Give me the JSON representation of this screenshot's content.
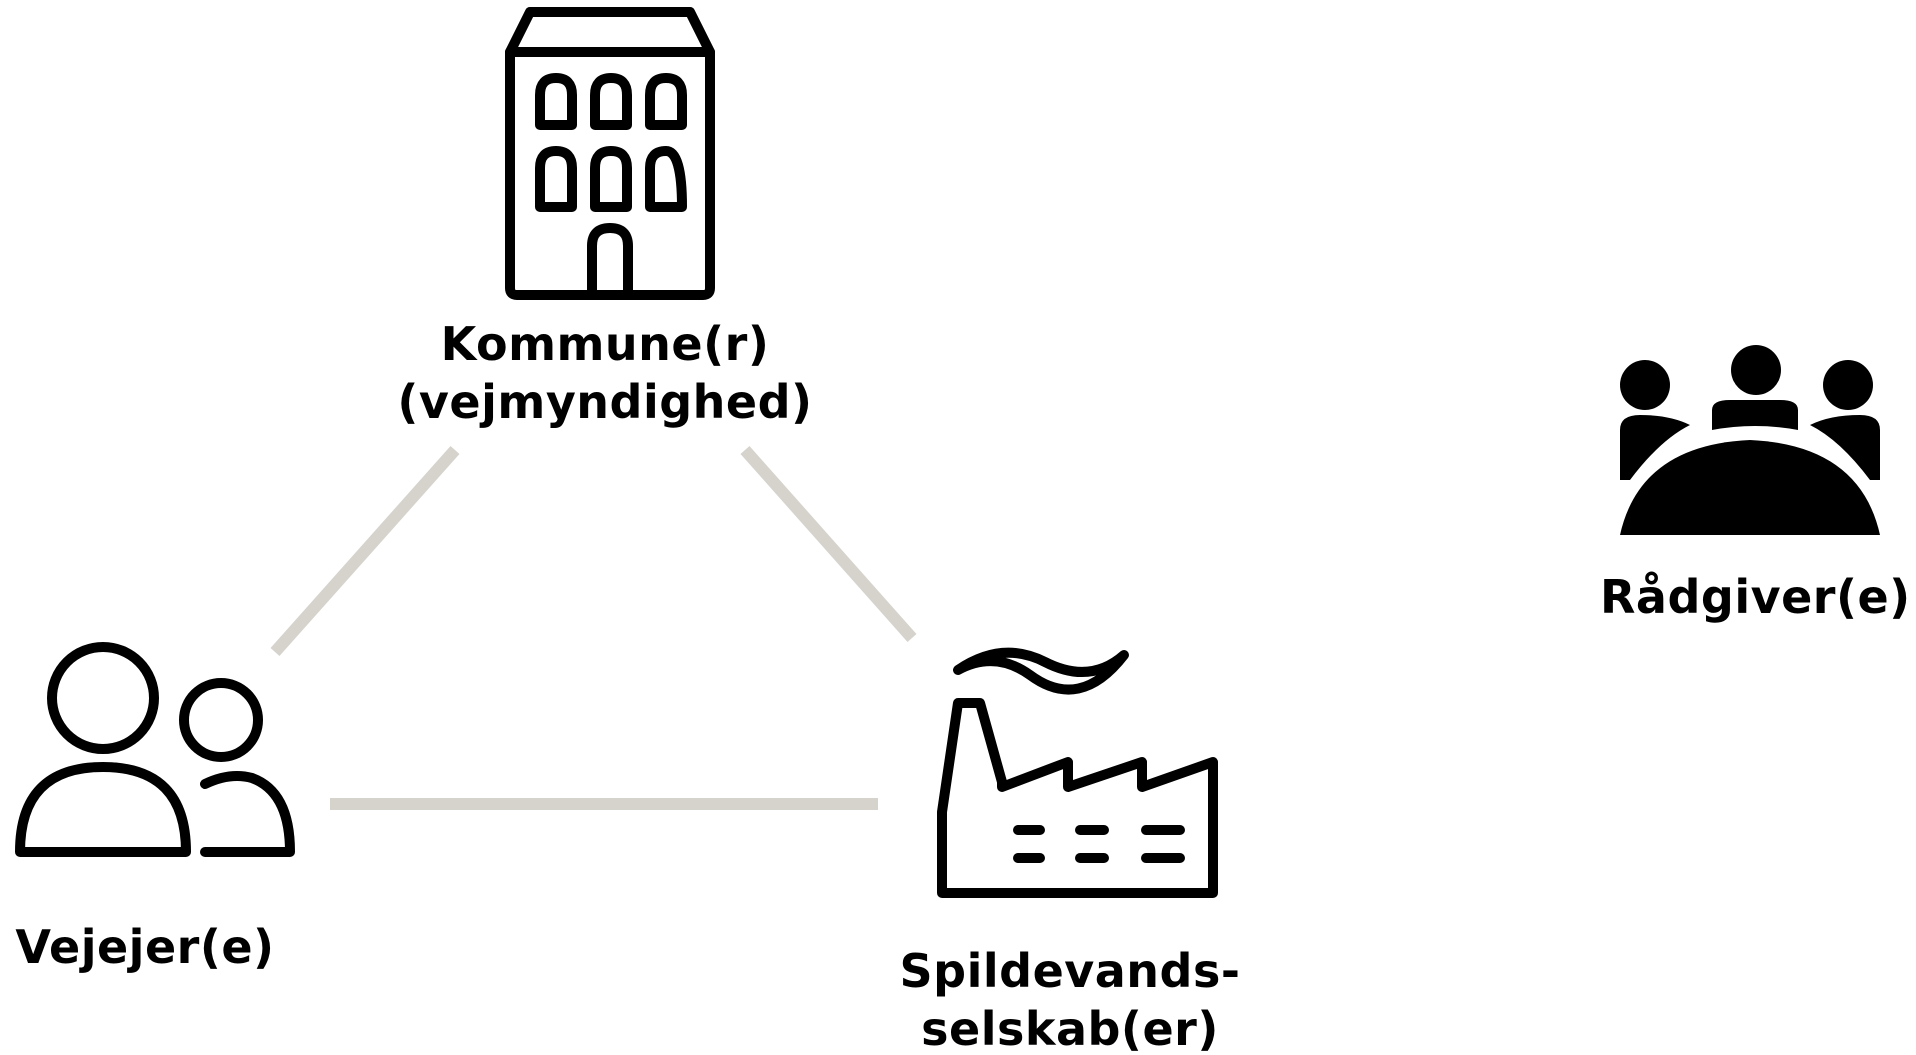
{
  "colors": {
    "connector": "#d6d3cd",
    "icon": "#000000",
    "background": "#ffffff"
  },
  "nodes": {
    "kommune": {
      "icon": "building-icon",
      "line1": "Kommune(r)",
      "line2": "(vejmyndighed)"
    },
    "vejejer": {
      "icon": "people-icon",
      "line1": "Vejejer(e)"
    },
    "spildevand": {
      "icon": "factory-icon",
      "line1": "Spildevands-",
      "line2": "selskab(er)"
    },
    "raadgiver": {
      "icon": "meeting-group-icon",
      "line1": "Rådgiver(e)"
    }
  },
  "connections": [
    {
      "from": "kommune",
      "to": "vejejer"
    },
    {
      "from": "kommune",
      "to": "spildevand"
    },
    {
      "from": "vejejer",
      "to": "spildevand"
    }
  ]
}
